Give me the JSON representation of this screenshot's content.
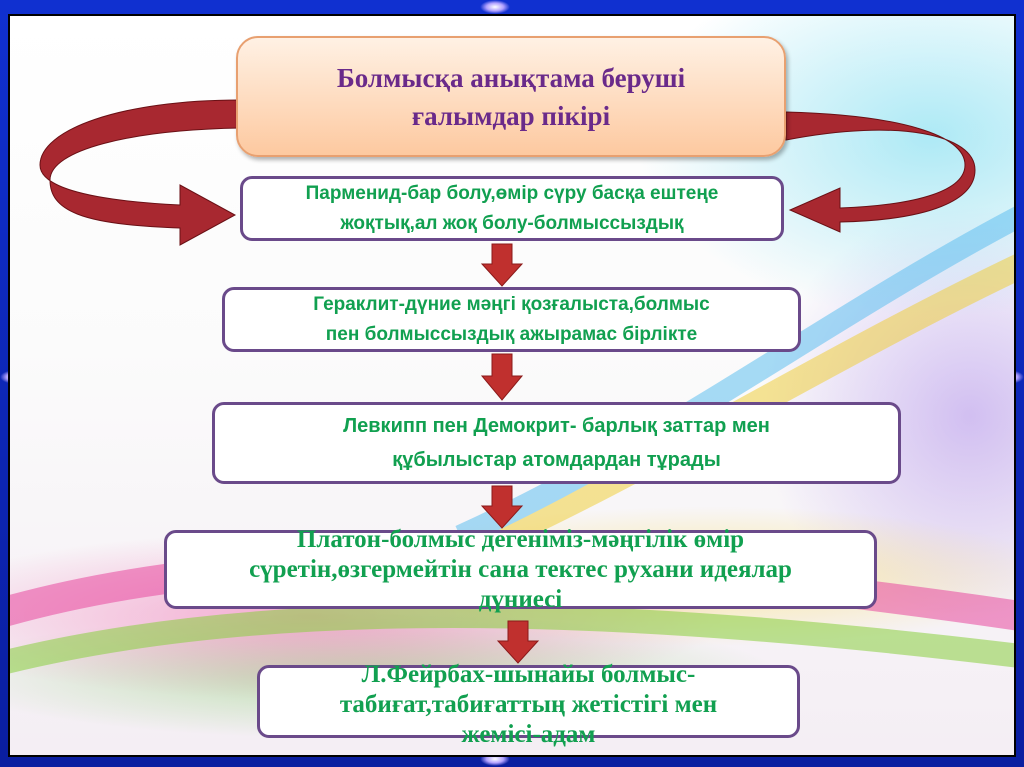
{
  "title": {
    "line1": "Болмысқа анықтама беруші",
    "line2": "ғалымдар пікірі"
  },
  "steps": [
    {
      "line1": "Парменид-бар болу,өмір сүру басқа ештеңе",
      "line2": "жоқтық,ал жоқ болу-болмыссыздық"
    },
    {
      "line1": "Гераклит-дүние мәңгі қозғалыста,болмыс",
      "line2": "пен болмыссыздық ажырамас бірлікте"
    },
    {
      "line1": "Левкипп пен Демокрит- барлық заттар мен",
      "line2": "құбылыстар атомдардан тұрады"
    },
    {
      "line1": "Платон-болмыс дегеніміз-мәңгілік өмір",
      "line2": "сүретін,өзгермейтін сана тектес рухани идеялар",
      "line3": "дүниесі"
    },
    {
      "line1": "Л.Фейрбах-шынайы болмыс-",
      "line2": "табиғат,табиғаттың жетістігі мен",
      "line3": "жемісі-адам"
    }
  ],
  "colors": {
    "frame": "#1030d0",
    "title_text": "#6a2a8a",
    "step_text": "#11a050",
    "arrow": "#b02a2a"
  }
}
